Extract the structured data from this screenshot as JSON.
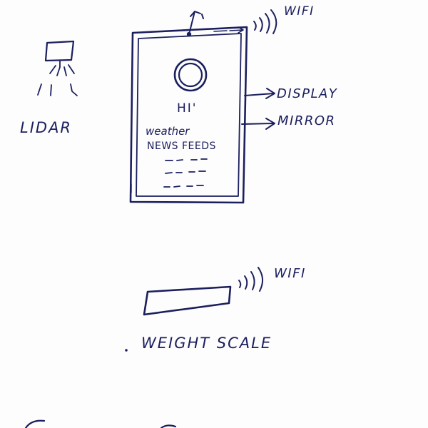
{
  "labels": {
    "lidar": "LIDAR",
    "wifi_top": "WIFI",
    "display": "DISPLAY",
    "mirror": "MIRROR",
    "wifi_scale": "WIFI",
    "weight_scale": "WEIGHT SCALE"
  },
  "mirror_screen": {
    "greeting": "HI'",
    "weather": "weather",
    "news": "NEWS FEEDS"
  },
  "colors": {
    "ink": "#1b1f5e",
    "paper": "#fdfdfd"
  }
}
